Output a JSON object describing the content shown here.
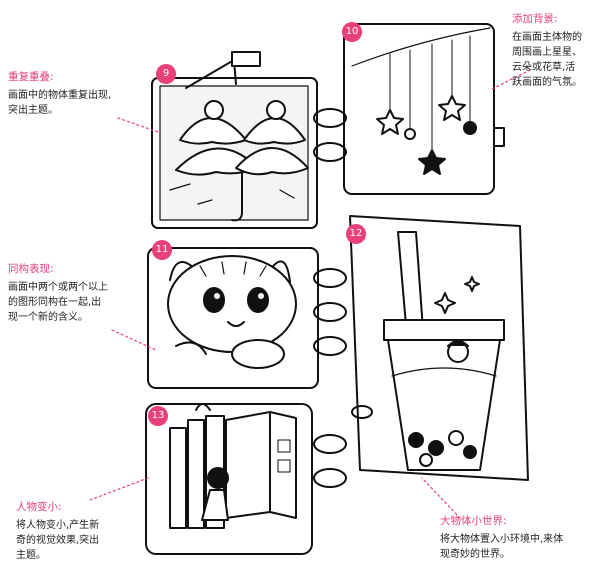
{
  "notes": {
    "repeat": {
      "title": "重复重叠:",
      "body_lines": [
        "画面中的物体重复出现,",
        "突出主题。"
      ]
    },
    "background": {
      "title": "添加背景:",
      "body_lines": [
        "在画面主体物的",
        "周围画上星星、",
        "云朵或花草,活",
        "跃画面的气氛。"
      ]
    },
    "isomorph": {
      "title": "同构表现:",
      "body_lines": [
        "画面中两个或两个以上",
        "的图形同构在一起,出",
        "现一个新的含义。"
      ]
    },
    "shrink": {
      "title": "人物变小:",
      "body_lines": [
        "将人物变小,产生新",
        "奇的视觉效果,突出",
        "主题。"
      ]
    },
    "bigobject": {
      "title": "大物体小世界:",
      "body_lines": [
        "将大物体置入小环境中,来体",
        "现奇妙的世界。"
      ]
    }
  },
  "badges": [
    "9",
    "10",
    "11",
    "12",
    "13"
  ],
  "colors": {
    "accent": "#e8407a",
    "ink": "#111111"
  }
}
